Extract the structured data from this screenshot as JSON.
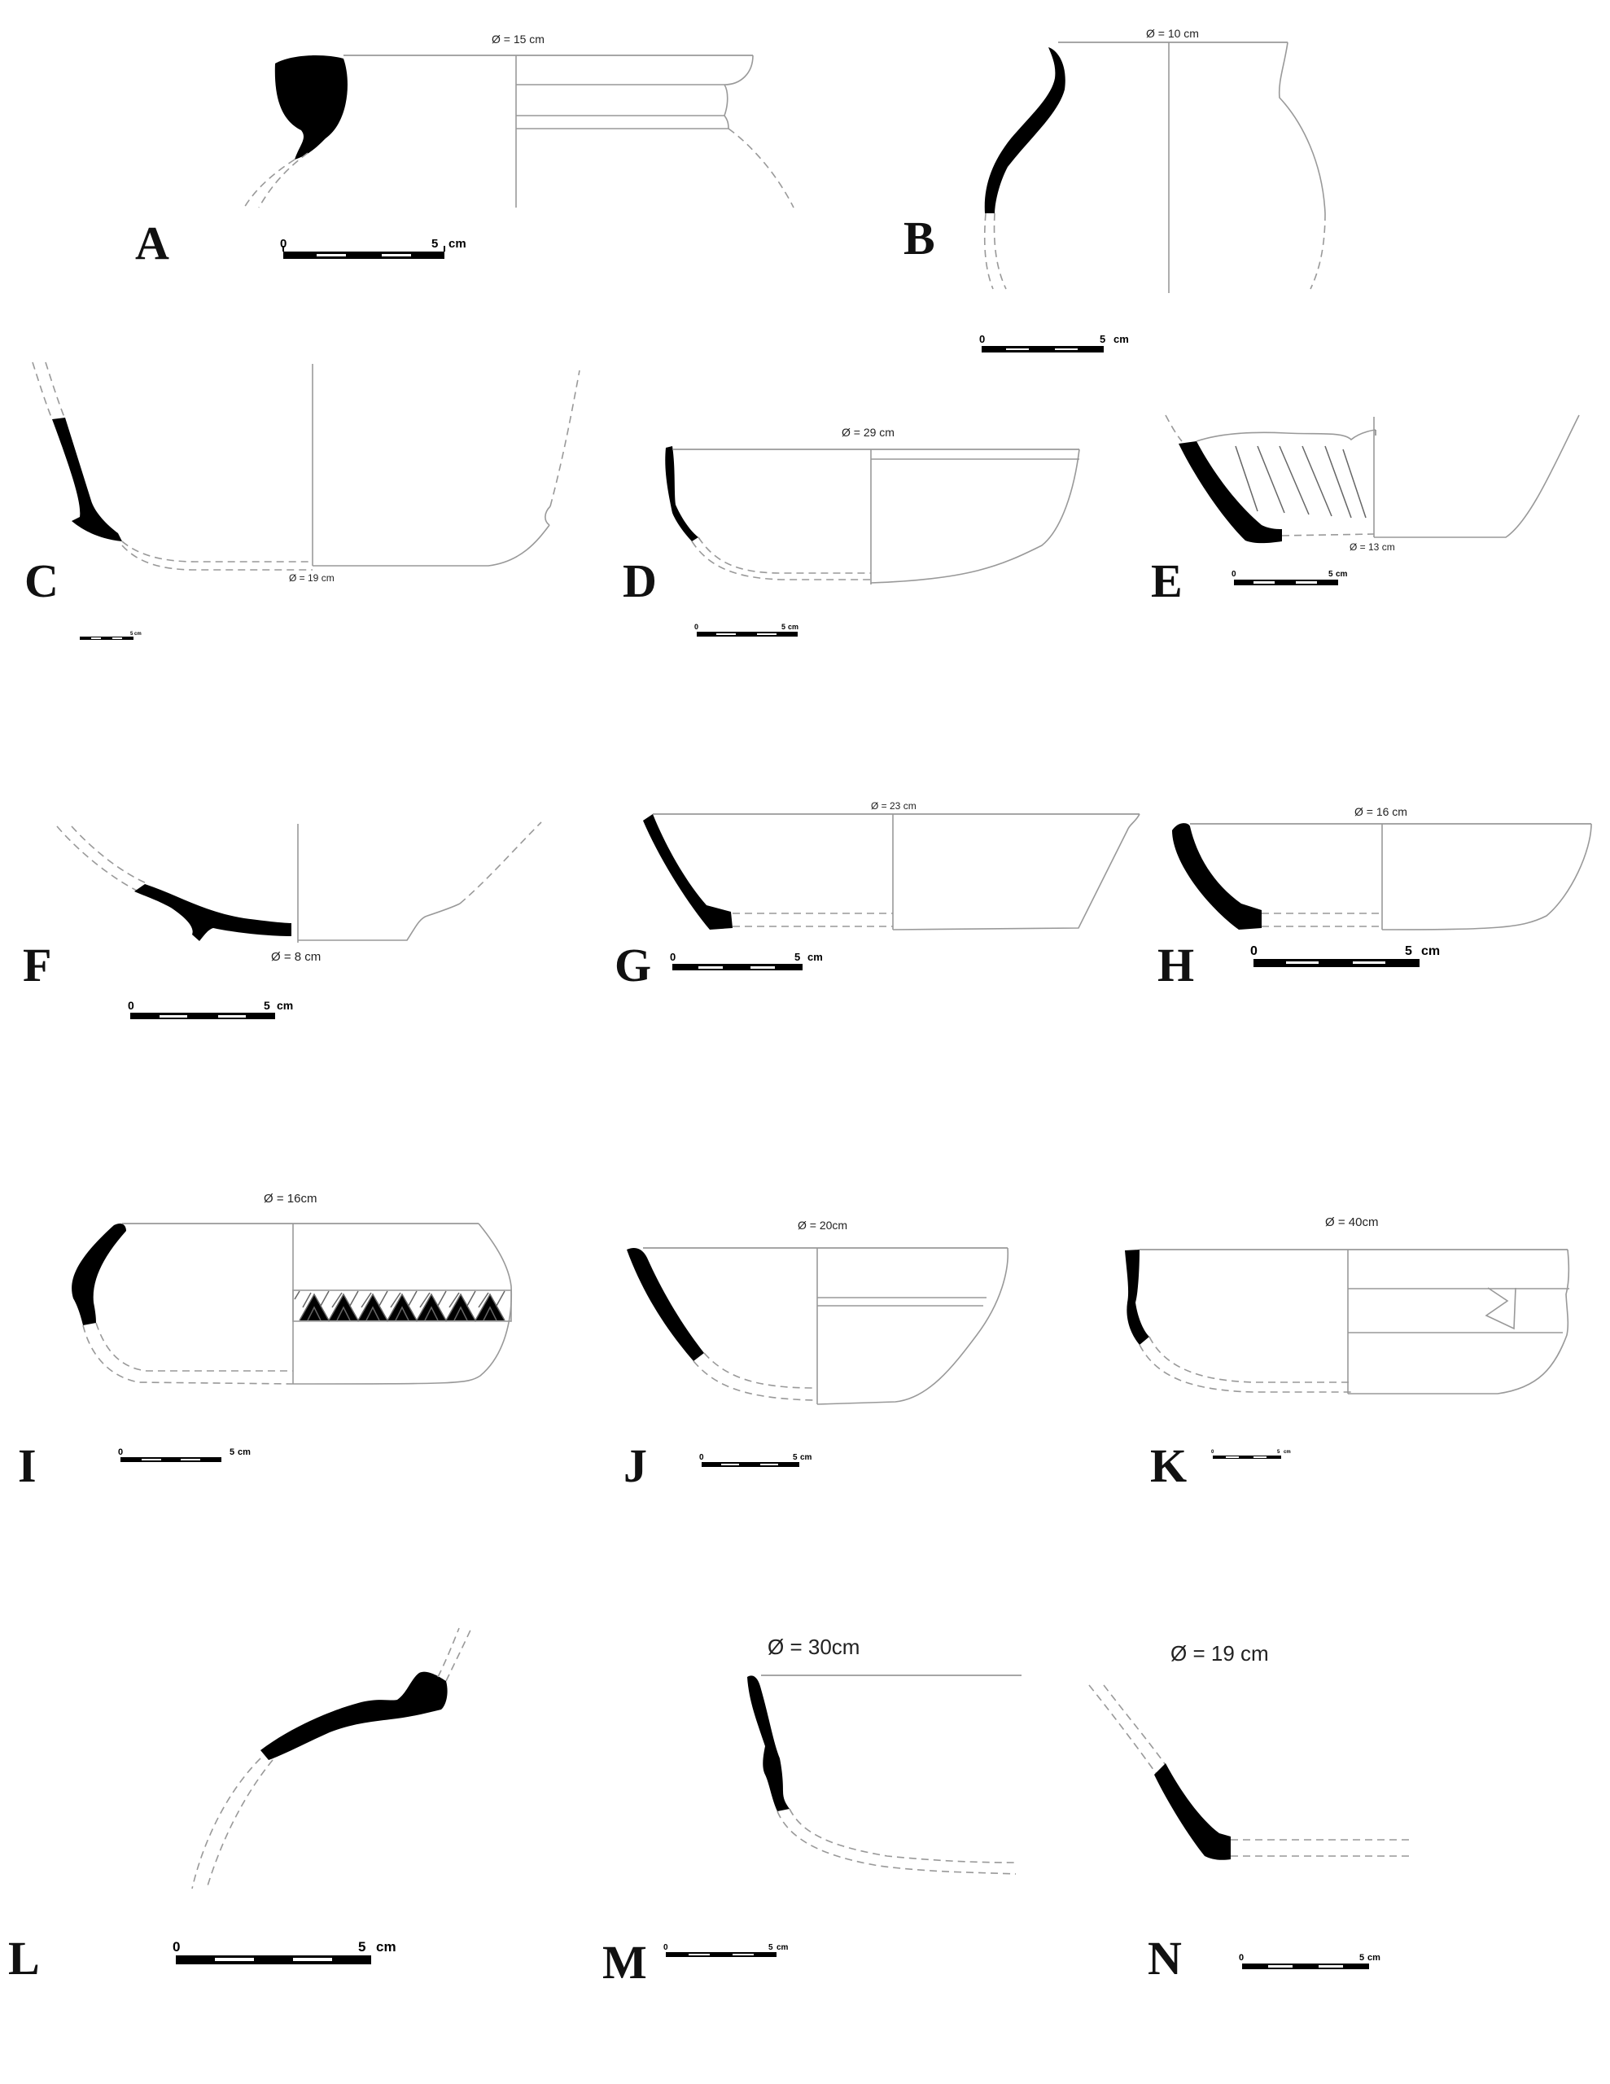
{
  "figure": {
    "panels": [
      {
        "id": "A",
        "label": "A",
        "diameter": "Ø = 15 cm",
        "scale": {
          "start": "0",
          "end": "5",
          "unit": "cm"
        }
      },
      {
        "id": "B",
        "label": "B",
        "diameter": "Ø = 10 cm",
        "scale": {
          "start": "0",
          "end": "5",
          "unit": "cm"
        }
      },
      {
        "id": "C",
        "label": "C",
        "diameter": "Ø = 19 cm",
        "scale": {
          "start": "",
          "end": "5",
          "unit": "cm"
        }
      },
      {
        "id": "D",
        "label": "D",
        "diameter": "Ø = 29 cm",
        "scale": {
          "start": "0",
          "end": "5",
          "unit": "cm"
        }
      },
      {
        "id": "E",
        "label": "E",
        "diameter": "Ø = 13 cm",
        "scale": {
          "start": "0",
          "end": "5",
          "unit": "cm"
        }
      },
      {
        "id": "F",
        "label": "F",
        "diameter": "Ø = 8 cm",
        "scale": {
          "start": "0",
          "end": "5",
          "unit": "cm"
        }
      },
      {
        "id": "G",
        "label": "G",
        "diameter": "Ø = 23 cm",
        "scale": {
          "start": "0",
          "end": "5",
          "unit": "cm"
        }
      },
      {
        "id": "H",
        "label": "H",
        "diameter": "Ø = 16 cm",
        "scale": {
          "start": "0",
          "end": "5",
          "unit": "cm"
        }
      },
      {
        "id": "I",
        "label": "I",
        "diameter": "Ø = 16cm",
        "scale": {
          "start": "0",
          "end": "5",
          "unit": "cm"
        }
      },
      {
        "id": "J",
        "label": "J",
        "diameter": "Ø = 20cm",
        "scale": {
          "start": "0",
          "end": "5",
          "unit": "cm"
        }
      },
      {
        "id": "K",
        "label": "K",
        "diameter": "Ø = 40cm",
        "scale": {
          "start": "0",
          "end": "5",
          "unit": "cm"
        }
      },
      {
        "id": "L",
        "label": "L",
        "diameter": "",
        "scale": {
          "start": "0",
          "end": "5",
          "unit": "cm"
        }
      },
      {
        "id": "M",
        "label": "M",
        "diameter": "Ø = 30cm",
        "scale": {
          "start": "0",
          "end": "5",
          "unit": "cm"
        }
      },
      {
        "id": "N",
        "label": "N",
        "diameter": "Ø = 19 cm",
        "scale": {
          "start": "0",
          "end": "5",
          "unit": "cm"
        }
      }
    ],
    "colors": {
      "section_fill": "#000000",
      "outline": "#999999",
      "background": "#ffffff"
    }
  }
}
